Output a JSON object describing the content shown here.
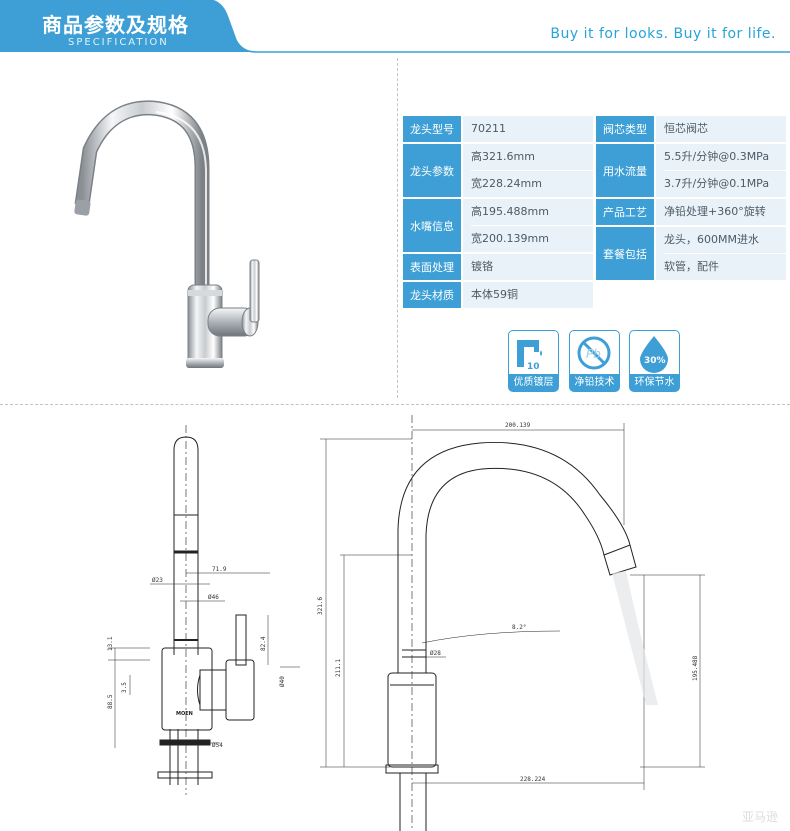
{
  "header": {
    "title_cn": "商品参数及规格",
    "title_en": "SPECIFICATION",
    "slogan": "Buy it for looks. Buy it for life.",
    "accent_color": "#3d9fd5"
  },
  "specs_left": [
    {
      "label": "龙头型号",
      "values": [
        "70211"
      ]
    },
    {
      "label": "龙头参数",
      "values": [
        "高321.6mm",
        "宽228.24mm"
      ]
    },
    {
      "label": "水嘴信息",
      "values": [
        "高195.488mm",
        "宽200.139mm"
      ]
    },
    {
      "label": "表面处理",
      "values": [
        "镀铬"
      ]
    },
    {
      "label": "龙头材质",
      "values": [
        "本体59铜"
      ]
    }
  ],
  "specs_right": [
    {
      "label": "阀芯类型",
      "values": [
        "恒芯阀芯"
      ]
    },
    {
      "label": "用水流量",
      "values": [
        "5.5升/分钟@0.3MPa",
        "3.7升/分钟@0.1MPa"
      ]
    },
    {
      "label": "产品工艺",
      "values": [
        "净铅处理+360°旋转"
      ]
    },
    {
      "label": "套餐包括",
      "values": [
        "龙头，600MM进水",
        "软管，配件"
      ]
    }
  ],
  "badges": [
    {
      "label": "优质镀层",
      "icon": "plating-10-icon",
      "text": "10"
    },
    {
      "label": "净铅技术",
      "icon": "lead-free-pb-icon",
      "text": "Pb"
    },
    {
      "label": "环保节水",
      "icon": "water-drop-icon",
      "text": "30%"
    }
  ],
  "dimensions": {
    "width_top": "200.139",
    "height_total": "321.6",
    "height_body": "211.1",
    "height_spout": "195.488",
    "width_base": "228.224",
    "angle": "8.2°",
    "dia_28": "Ø28",
    "side_71": "71.9",
    "dia_23": "Ø23",
    "dia_46": "Ø46",
    "h_13": "13.1",
    "h_35": "3.5",
    "h_88": "88.5",
    "h_82": "82.4",
    "dia_40": "Ø40",
    "dia_54": "Ø54",
    "brand_mark": "MOEN"
  },
  "watermark": "亚马逊"
}
